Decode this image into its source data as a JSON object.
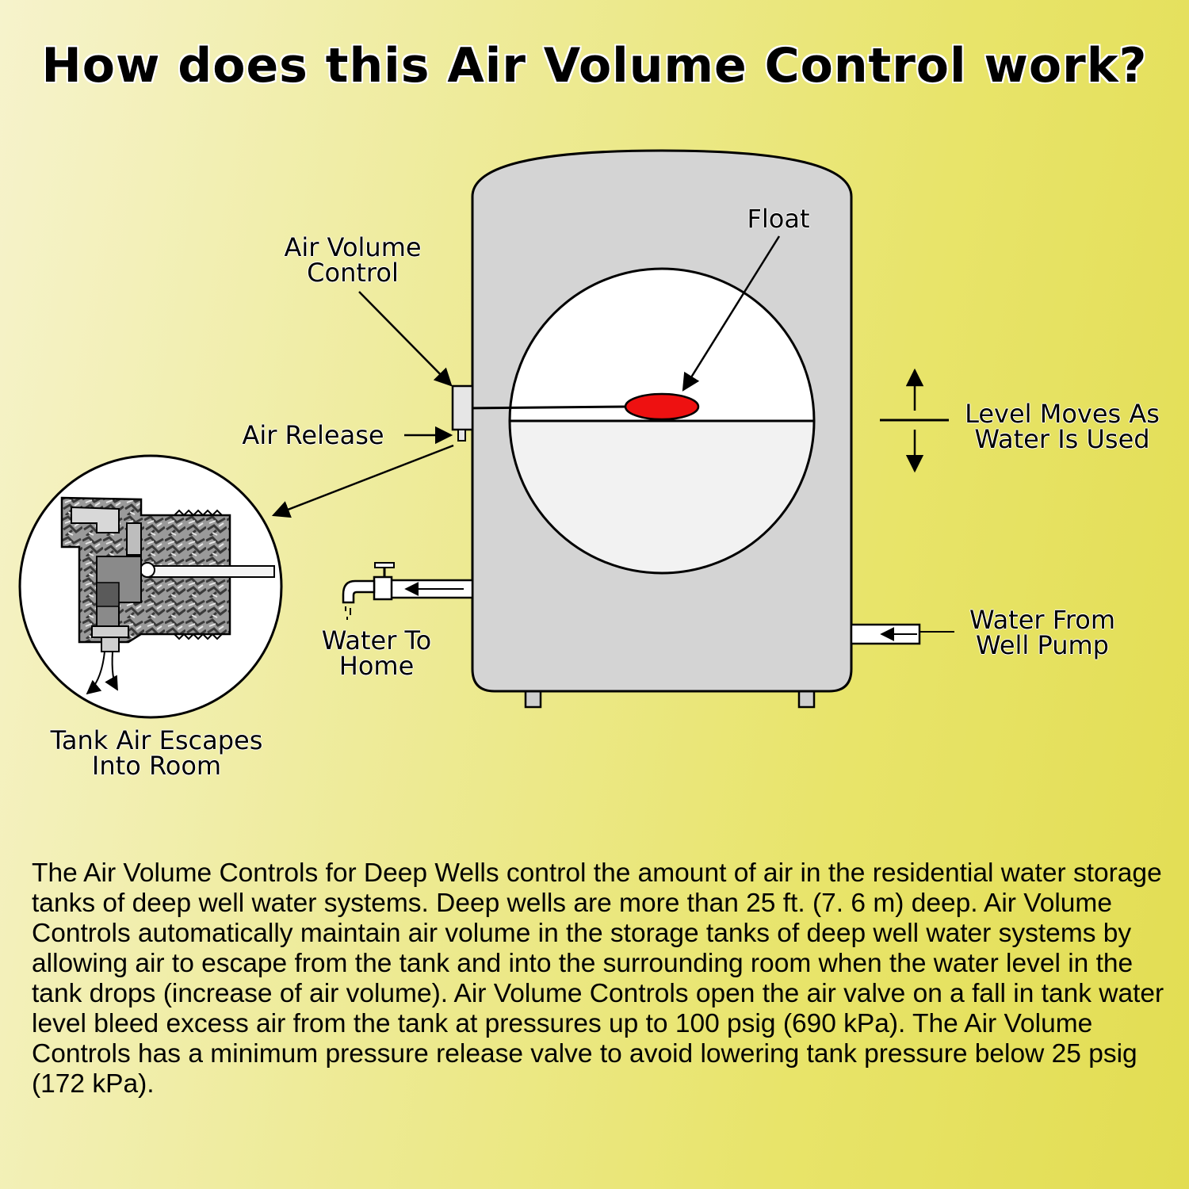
{
  "title": "How does this Air Volume Control work?",
  "labels": {
    "float": "Float",
    "air_volume_control": "Air Volume\nControl",
    "air_release": "Air Release",
    "level_moves": "Level Moves As\nWater Is Used",
    "water_to_home": "Water To\nHome",
    "water_from_well_pump": "Water From\nWell Pump",
    "tank_air_escapes": "Tank Air Escapes\nInto Room"
  },
  "description": "The Air Volume Controls for Deep Wells control the amount of air in the residential water storage tanks of deep well water systems. Deep wells are more than 25 ft. (7. 6 m) deep. Air Volume Controls automatically maintain air volume in the storage tanks of deep well water systems by allowing air to escape from the tank and into the surrounding room when the water level in the tank drops (increase of air volume). Air Volume Controls open the air valve on a fall in tank water level bleed excess air from the tank at pressures up to 100 psig (690 kPa). The Air Volume Controls has a minimum pressure release valve to avoid lowering tank pressure below 25 psig (172 kPa).",
  "colors": {
    "tank_fill": "#d4d4d4",
    "float_fill": "#ee1111",
    "water_fill": "#f2f2f2",
    "air_fill": "#ffffff"
  }
}
